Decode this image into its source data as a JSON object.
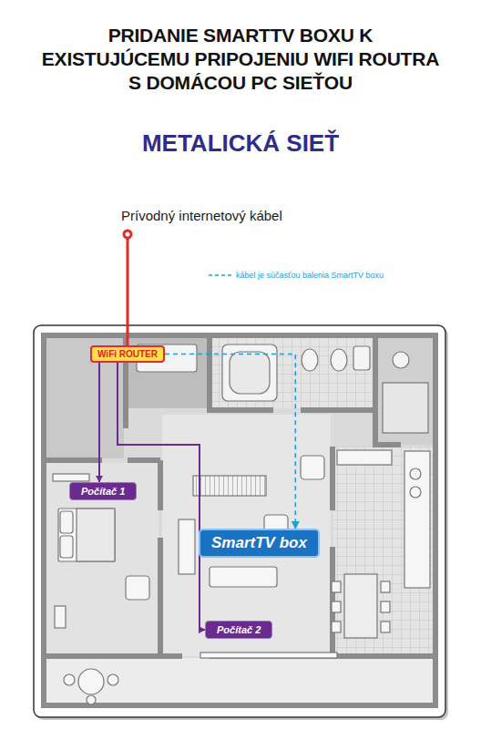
{
  "diagram": {
    "title": "PRIDANIE SMARTTV BOXU K EXISTUJÚCEMU PRIPOJENIU WIFI ROUTRA S DOMÁCOU PC SIEŤOU",
    "nodes": [
      {
        "text": [
          "WiFi ROUTER"
        ]
      },
      {
        "text": [
          "Počítač 1"
        ]
      },
      {
        "text": [
          "SmartTV box"
        ]
      },
      {
        "text": [
          "Počítač 2"
        ]
      }
    ],
    "edges": [
      {
        "from": 0,
        "to": 1,
        "arrow": "to"
      },
      {
        "from": 0,
        "to": 2,
        "arrow": "to"
      },
      {
        "from": 0,
        "to": 3,
        "arrow": "to"
      }
    ],
    "labels": [
      "METALICKÁ SIEŤ",
      "Prívodný internetový kábel"
    ],
    "legend": [
      {
        "text": "kábel je súčasťou balenia SmartTV boxu"
      }
    ]
  }
}
